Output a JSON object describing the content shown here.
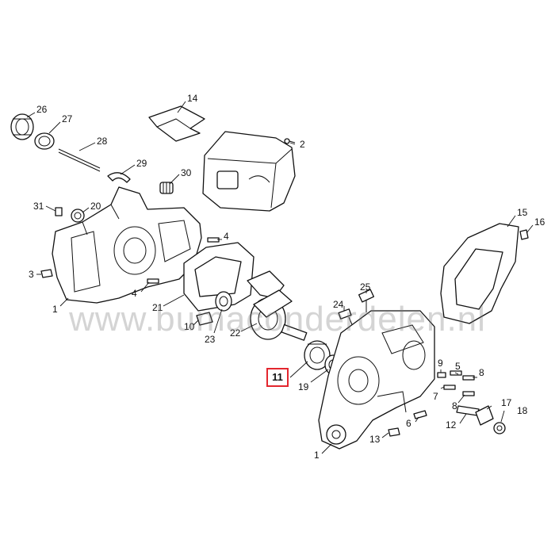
{
  "watermark": "www.bumaconderdelen.nl",
  "highlight": {
    "label": "11",
    "color": "#e3262e"
  },
  "labels": {
    "l14": "14",
    "l26": "26",
    "l27": "27",
    "l28": "28",
    "l29": "29",
    "l30": "30",
    "l2": "2",
    "l20": "20",
    "l31": "31",
    "l15": "15",
    "l16": "16",
    "l4a": "4",
    "l3": "3",
    "l4b": "4",
    "l1a": "1",
    "l21": "21",
    "l25": "25",
    "l24": "24",
    "l10": "10",
    "l23": "23",
    "l22": "22",
    "l19": "19",
    "l9": "9",
    "l5": "5",
    "l8a": "8",
    "l7": "7",
    "l8b": "8",
    "l17": "17",
    "l18": "18",
    "l6": "6",
    "l12": "12",
    "l13": "13",
    "l1b": "1"
  }
}
